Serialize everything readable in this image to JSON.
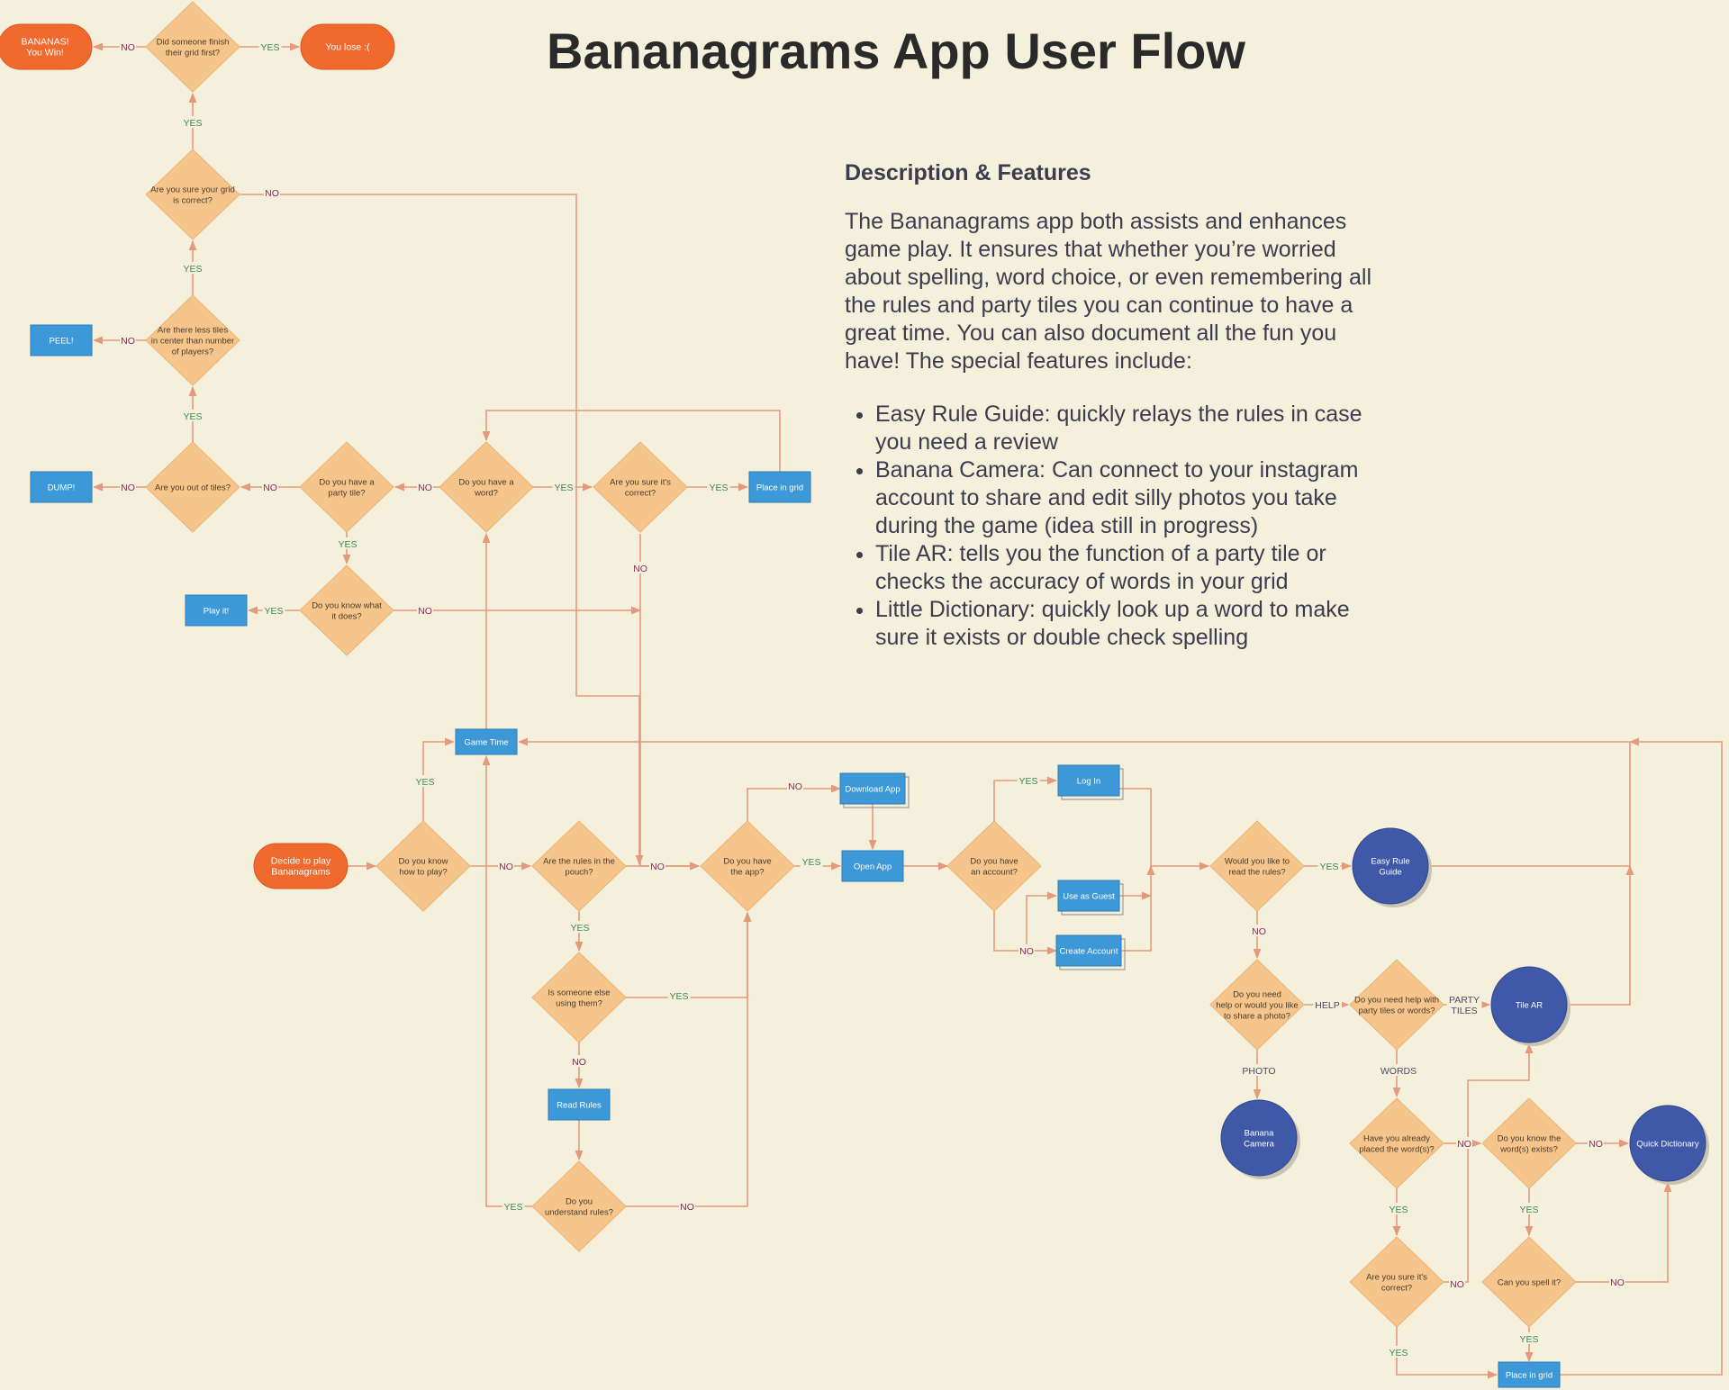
{
  "title": "Bananagrams App User Flow",
  "description": {
    "heading": "Description & Features",
    "paragraph": "The Bananagrams app both assists and enhances game play. It ensures that whether you’re worried about spelling, word choice, or even remembering all the rules and party tiles you can  continue to have a great time. You can also document all the fun you have! The special features include:",
    "features": [
      "Easy Rule Guide: quickly relays the rules in case you need a review",
      "Banana Camera: Can connect to your instagram account to share and edit silly photos you take during the game (idea still in progress)",
      "Tile AR: tells you the function of a party tile or checks the accuracy of words in your grid",
      "Little Dictionary: quickly look up a word to make sure it exists or double check spelling"
    ]
  },
  "colors": {
    "background": "#f5f0dc",
    "decision": "#f6c58c",
    "process": "#3c98d6",
    "terminal": "#ef6a2c",
    "feature": "#3f58a8",
    "connector": "#e49a7a",
    "yes_label": "#3a8a50",
    "no_label": "#8a2a55"
  },
  "diagram": {
    "nodes": [
      {
        "id": "bananas_win",
        "shape": "pill",
        "lines": [
          "BANANAS!",
          "You Win!"
        ]
      },
      {
        "id": "q_finish_first",
        "shape": "diamond",
        "lines": [
          "Did someone finish",
          "their grid first?"
        ]
      },
      {
        "id": "you_lose",
        "shape": "pill",
        "lines": [
          "You lose :("
        ]
      },
      {
        "id": "q_grid_correct",
        "shape": "diamond",
        "lines": [
          "Are you sure your grid",
          "is correct?"
        ]
      },
      {
        "id": "peel",
        "shape": "box",
        "lines": [
          "PEEL!"
        ]
      },
      {
        "id": "q_less_tiles",
        "shape": "diamond",
        "lines": [
          "Are there less tiles",
          "in center than number",
          "of players?"
        ]
      },
      {
        "id": "dump",
        "shape": "box",
        "lines": [
          "DUMP!"
        ]
      },
      {
        "id": "q_out_of_tiles",
        "shape": "diamond",
        "lines": [
          "Are you out of tiles?"
        ]
      },
      {
        "id": "q_party_tile",
        "shape": "diamond",
        "lines": [
          "Do you have a",
          "party tile?"
        ]
      },
      {
        "id": "q_have_word",
        "shape": "diamond",
        "lines": [
          "Do you have a",
          "word?"
        ]
      },
      {
        "id": "q_word_correct",
        "shape": "diamond",
        "lines": [
          "Are you sure it's",
          "correct?"
        ]
      },
      {
        "id": "place_grid_top",
        "shape": "box",
        "lines": [
          "Place in grid"
        ]
      },
      {
        "id": "play_it",
        "shape": "box",
        "lines": [
          "Play it!"
        ]
      },
      {
        "id": "q_know_what",
        "shape": "diamond",
        "lines": [
          "Do you know what",
          "it does?"
        ]
      },
      {
        "id": "game_time",
        "shape": "box",
        "lines": [
          "Game Time"
        ]
      },
      {
        "id": "decide_play",
        "shape": "pill",
        "lines": [
          "Decide to play",
          "Bananagrams"
        ]
      },
      {
        "id": "q_know_how",
        "shape": "diamond",
        "lines": [
          "Do you know",
          "how to play?"
        ]
      },
      {
        "id": "q_rules_pouch",
        "shape": "diamond",
        "lines": [
          "Are the rules in the",
          "pouch?"
        ]
      },
      {
        "id": "q_have_app",
        "shape": "diamond",
        "lines": [
          "Do you have",
          "the app?"
        ]
      },
      {
        "id": "download_app",
        "shape": "box",
        "lines": [
          "Download App"
        ]
      },
      {
        "id": "open_app",
        "shape": "box",
        "lines": [
          "Open App"
        ]
      },
      {
        "id": "q_have_account",
        "shape": "diamond",
        "lines": [
          "Do you have",
          "an account?"
        ]
      },
      {
        "id": "log_in",
        "shape": "box",
        "lines": [
          "Log In"
        ]
      },
      {
        "id": "use_guest",
        "shape": "box",
        "lines": [
          "Use as Guest"
        ]
      },
      {
        "id": "create_account",
        "shape": "box",
        "lines": [
          "Create Account"
        ]
      },
      {
        "id": "q_someone_using",
        "shape": "diamond",
        "lines": [
          "Is someone else",
          "using them?"
        ]
      },
      {
        "id": "read_rules",
        "shape": "box",
        "lines": [
          "Read Rules"
        ]
      },
      {
        "id": "q_understand_rules",
        "shape": "diamond",
        "lines": [
          "Do you",
          "understand rules?"
        ]
      },
      {
        "id": "q_read_rules",
        "shape": "diamond",
        "lines": [
          "Would you like to",
          "read the rules?"
        ]
      },
      {
        "id": "easy_rule_guide",
        "shape": "circle",
        "lines": [
          "Easy Rule",
          "Guide"
        ]
      },
      {
        "id": "q_help_or_photo",
        "shape": "diamond",
        "lines": [
          "Do you need",
          "help or would you like",
          "to share a photo?"
        ]
      },
      {
        "id": "q_help_party_words",
        "shape": "diamond",
        "lines": [
          "Do you need help with",
          "party tiles or words?"
        ]
      },
      {
        "id": "tile_ar",
        "shape": "circle",
        "lines": [
          "Tile AR"
        ]
      },
      {
        "id": "banana_camera",
        "shape": "circle",
        "lines": [
          "Banana",
          "Camera"
        ]
      },
      {
        "id": "q_already_placed",
        "shape": "diamond",
        "lines": [
          "Have you already",
          "placed the word(s)?"
        ]
      },
      {
        "id": "q_know_word_exists",
        "shape": "diamond",
        "lines": [
          "Do you know the",
          "word(s) exists?"
        ]
      },
      {
        "id": "quick_dictionary",
        "shape": "circle",
        "lines": [
          "Quick Dictionary"
        ]
      },
      {
        "id": "q_sure_correct_bottom",
        "shape": "diamond",
        "lines": [
          "Are you sure it's",
          "correct?"
        ]
      },
      {
        "id": "q_can_spell",
        "shape": "diamond",
        "lines": [
          "Can you spell it?"
        ]
      },
      {
        "id": "place_grid_bottom",
        "shape": "box",
        "lines": [
          "Place in grid"
        ]
      }
    ],
    "edge_labels": [
      {
        "id": "l_finish_no",
        "type": "no",
        "text": "NO"
      },
      {
        "id": "l_finish_yes",
        "type": "yes",
        "text": "YES"
      },
      {
        "id": "l_grid_yes",
        "type": "yes",
        "text": "YES"
      },
      {
        "id": "l_grid_no",
        "type": "no",
        "text": "NO"
      },
      {
        "id": "l_less_yes",
        "type": "yes",
        "text": "YES"
      },
      {
        "id": "l_less_no",
        "type": "no",
        "text": "NO"
      },
      {
        "id": "l_out_yes",
        "type": "yes",
        "text": "YES"
      },
      {
        "id": "l_out_no",
        "type": "no",
        "text": "NO"
      },
      {
        "id": "l_party_no",
        "type": "no",
        "text": "NO"
      },
      {
        "id": "l_party_yes",
        "type": "yes",
        "text": "YES"
      },
      {
        "id": "l_word_no",
        "type": "no",
        "text": "NO"
      },
      {
        "id": "l_word_yes",
        "type": "yes",
        "text": "YES"
      },
      {
        "id": "l_correct_yes",
        "type": "yes",
        "text": "YES"
      },
      {
        "id": "l_correct_no",
        "type": "no",
        "text": "NO"
      },
      {
        "id": "l_knowwhat_yes",
        "type": "yes",
        "text": "YES"
      },
      {
        "id": "l_knowwhat_no",
        "type": "no",
        "text": "NO"
      },
      {
        "id": "l_howplay_yes",
        "type": "yes",
        "text": "YES"
      },
      {
        "id": "l_howplay_no",
        "type": "no",
        "text": "NO"
      },
      {
        "id": "l_pouch_no",
        "type": "no",
        "text": "NO"
      },
      {
        "id": "l_pouch_yes",
        "type": "yes",
        "text": "YES"
      },
      {
        "id": "l_app_no",
        "type": "no",
        "text": "NO"
      },
      {
        "id": "l_app_yes",
        "type": "yes",
        "text": "YES"
      },
      {
        "id": "l_acct_yes",
        "type": "yes",
        "text": "YES"
      },
      {
        "id": "l_acct_no",
        "type": "no",
        "text": "NO"
      },
      {
        "id": "l_using_yes",
        "type": "yes",
        "text": "YES"
      },
      {
        "id": "l_using_no",
        "type": "no",
        "text": "NO"
      },
      {
        "id": "l_under_yes",
        "type": "yes",
        "text": "YES"
      },
      {
        "id": "l_under_no",
        "type": "no",
        "text": "NO"
      },
      {
        "id": "l_readrules_yes",
        "type": "yes",
        "text": "YES"
      },
      {
        "id": "l_readrules_no",
        "type": "no",
        "text": "NO"
      },
      {
        "id": "l_help",
        "type": "other",
        "text": "HELP"
      },
      {
        "id": "l_photo",
        "type": "other",
        "text": "PHOTO"
      },
      {
        "id": "l_party_tiles_1",
        "type": "other",
        "text": "PARTY"
      },
      {
        "id": "l_party_tiles_2",
        "type": "other",
        "text": "TILES"
      },
      {
        "id": "l_words",
        "type": "other",
        "text": "WORDS"
      },
      {
        "id": "l_placed_no",
        "type": "no",
        "text": "NO"
      },
      {
        "id": "l_placed_yes",
        "type": "yes",
        "text": "YES"
      },
      {
        "id": "l_exists_no",
        "type": "no",
        "text": "NO"
      },
      {
        "id": "l_exists_yes",
        "type": "yes",
        "text": "YES"
      },
      {
        "id": "l_surebottom_no",
        "type": "no",
        "text": "NO"
      },
      {
        "id": "l_surebottom_yes",
        "type": "yes",
        "text": "YES"
      },
      {
        "id": "l_spell_no",
        "type": "no",
        "text": "NO"
      },
      {
        "id": "l_spell_yes",
        "type": "yes",
        "text": "YES"
      }
    ]
  }
}
